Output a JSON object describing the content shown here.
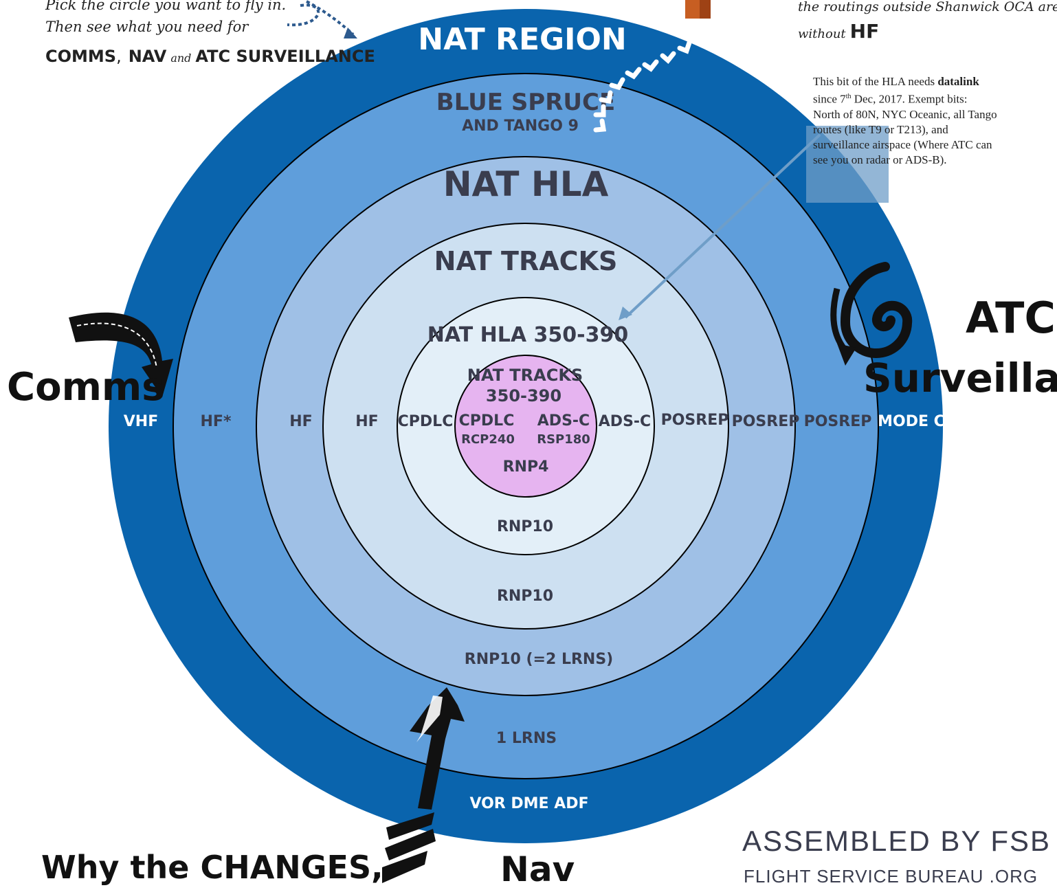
{
  "intro": {
    "line1": "Pick the circle you want to fly in.",
    "line2": "Then see what you need for",
    "comms": "COMMS",
    "sep": ",",
    "nav": "NAV",
    "and": "and",
    "surv": "ATC SURVEILLANCE"
  },
  "top_note": {
    "line1": "the routings outside Shanwick OCA are",
    "line2": "without",
    "hf": "HF"
  },
  "hla_note": {
    "p1": "This bit of the HLA needs",
    "bold": "datalink",
    "p2a": "since 7",
    "sup": "th",
    "p2b": " Dec, 2017. Exempt bits:",
    "p3": "North of 80N, NYC Oceanic, all Tango",
    "p4": "routes (like T9 or T213), and",
    "p5": "surveillance airspace (Where ATC can",
    "p6": "see you on radar or ADS-B)."
  },
  "rings": {
    "nat_region": "NAT REGION",
    "blue_spruce": "BLUE SPRUCE",
    "tango9": "AND TANGO 9",
    "nat_hla": "NAT HLA",
    "nat_tracks": "NAT TRACKS",
    "nat_hla_350": "NAT HLA 350-390",
    "core_line1": "NAT TRACKS",
    "core_line2": "350-390"
  },
  "comms_row": [
    "VHF",
    "HF*",
    "HF",
    "HF",
    "CPDLC",
    "CPDLC"
  ],
  "comms_sub": "RCP240",
  "surv_row": [
    "ADS-C",
    "ADS-C",
    "POSREP",
    "POSREP",
    "POSREP",
    "MODE C"
  ],
  "surv_sub": "RSP180",
  "nav_row": [
    "RNP4",
    "RNP10",
    "RNP10",
    "RNP10 (=2 LRNS)",
    "1 LRNS",
    "VOR DME ADF"
  ],
  "labels": {
    "comms": "Comms",
    "atc": "ATC",
    "surveillance": "Surveillance",
    "nav": "Nav",
    "why": "Why the CHANGES,"
  },
  "footer": {
    "assembled": "ASSEMBLED BY FSB",
    "site": "FLIGHT SERVICE BUREAU .ORG"
  },
  "colors": {
    "ring1": "#0a64ad",
    "ring2": "#5f9edb",
    "ring3": "#9fc0e6",
    "ring4": "#cde0f1",
    "ring5": "#e3eff8",
    "core": "#e6b4f0",
    "ink": "#3a3d4e",
    "white": "#ffffff"
  }
}
